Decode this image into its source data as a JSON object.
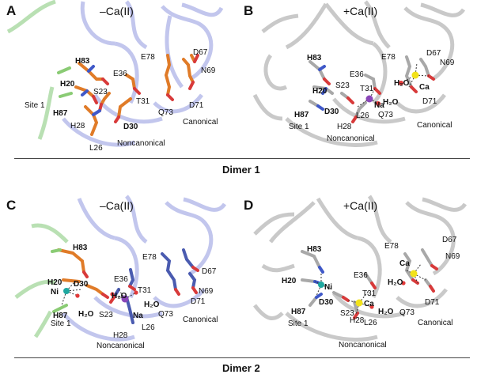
{
  "dimer1": {
    "title": "Dimer 1",
    "panelA": {
      "letter": "A",
      "title": "–Ca(II)",
      "labels": {
        "h83": "H83",
        "h20": "H20",
        "h87": "H87",
        "site1": "Site 1",
        "s23": "S23",
        "h28": "H28",
        "l26": "L26",
        "e36": "E36",
        "t31": "T31",
        "d30": "D30",
        "noncanonical": "Noncanonical",
        "e78": "E78",
        "d67": "D67",
        "n69": "N69",
        "q73": "Q73",
        "d71": "D71",
        "canonical": "Canonical"
      }
    },
    "panelB": {
      "letter": "B",
      "title": "+Ca(II)",
      "labels": {
        "h83": "H83",
        "h20": "H20",
        "h87": "H87",
        "site1": "Site 1",
        "s23": "S23",
        "e36": "E36",
        "t31": "T31",
        "na": "Na",
        "d30": "D30",
        "l26": "L26",
        "h28": "H28",
        "noncanonical": "Noncanonical",
        "e78": "E78",
        "d67": "D67",
        "n69": "N69",
        "h2o_1": "H₂O",
        "h2o_2": "H₂O",
        "ca": "Ca",
        "q73": "Q73",
        "d71": "D71",
        "canonical": "Canonical"
      }
    }
  },
  "dimer2": {
    "title": "Dimer 2",
    "panelC": {
      "letter": "C",
      "title": "–Ca(II)",
      "labels": {
        "h83": "H83",
        "h20": "H20",
        "ni": "Ni",
        "d30": "D30",
        "e36": "E36",
        "h2o_1": "H₂O",
        "h2o_2": "H₂O",
        "h2o_3": "H₂O",
        "t31": "T31",
        "na": "Na",
        "h87": "H87",
        "site1": "Site 1",
        "s23": "S23",
        "h28": "H28",
        "l26": "L26",
        "noncanonical": "Noncanonical",
        "e78": "E78",
        "d67": "D67",
        "n69": "N69",
        "q73": "Q73",
        "d71": "D71",
        "canonical": "Canonical"
      }
    },
    "panelD": {
      "letter": "D",
      "title": "+Ca(II)",
      "labels": {
        "h83": "H83",
        "h20": "H20",
        "ni": "Ni",
        "d30": "D30",
        "h87": "H87",
        "site1": "Site 1",
        "e36": "E36",
        "t31": "T31",
        "ca1": "Ca",
        "s23": "S23",
        "h28": "H28",
        "l26": "L26",
        "h2o_1": "H₂O",
        "q73": "Q73",
        "noncanonical": "Noncanonical",
        "e78": "E78",
        "ca2": "Ca",
        "d67": "D67",
        "n69": "N69",
        "h2o_2": "H₂O",
        "d71": "D71",
        "canonical": "Canonical"
      }
    }
  },
  "colors": {
    "carbon_orange": "#e07b28",
    "carbon_blue": "#4a5bb0",
    "oxygen": "#d83a3a",
    "nitrogen": "#3f58c8",
    "ribbon_blue": "#aeb4e8",
    "ribbon_green": "#a8d8a0",
    "ribbon_gray": "#c4c4c4",
    "calcium": "#f2e21a",
    "sodium": "#8a46b8",
    "nickel": "#1fa8a0",
    "water": "#e23a3a"
  }
}
